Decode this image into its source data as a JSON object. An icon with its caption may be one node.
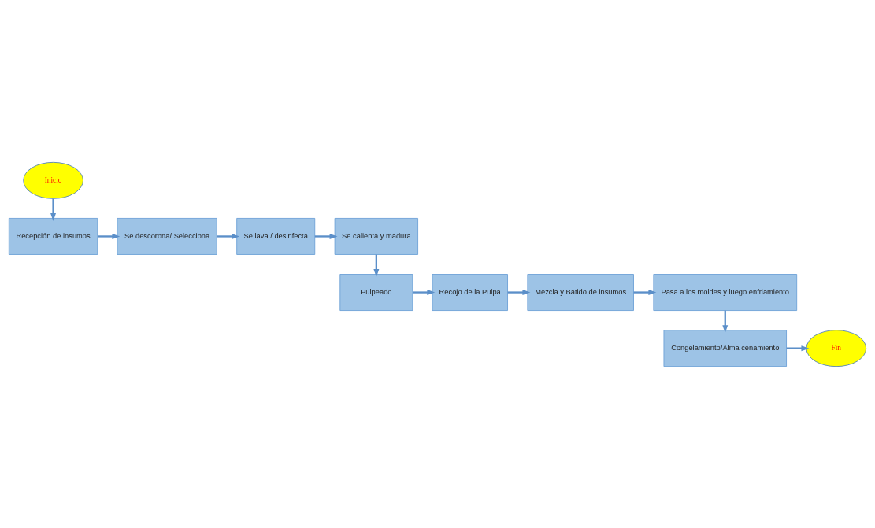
{
  "diagram": {
    "nodes": [
      {
        "text": [
          "Inicio"
        ]
      },
      {
        "text": [
          "Recepción de insumos"
        ]
      },
      {
        "text": [
          "Se descorona/ Selecciona"
        ]
      },
      {
        "text": [
          "Se lava / desinfecta"
        ]
      },
      {
        "text": [
          "Se calienta y madura"
        ]
      },
      {
        "text": [
          "Pulpeado"
        ]
      },
      {
        "text": [
          "Recojo de la Pulpa"
        ]
      },
      {
        "text": [
          "Mezcla y Batido de insumos"
        ]
      },
      {
        "text": [
          "Pasa a los moldes y luego enfriamiento"
        ]
      },
      {
        "text": [
          "Congelamiento/Alma cenamiento"
        ]
      },
      {
        "text": [
          "Fin"
        ]
      }
    ],
    "edges": [
      {
        "from": 0,
        "to": 1,
        "arrow": "to"
      },
      {
        "from": 1,
        "to": 2,
        "arrow": "to"
      },
      {
        "from": 2,
        "to": 3,
        "arrow": "to"
      },
      {
        "from": 3,
        "to": 4,
        "arrow": "to"
      },
      {
        "from": 4,
        "to": 5,
        "arrow": "to"
      },
      {
        "from": 5,
        "to": 6,
        "arrow": "to"
      },
      {
        "from": 6,
        "to": 7,
        "arrow": "to"
      },
      {
        "from": 7,
        "to": 8,
        "arrow": "to"
      },
      {
        "from": 8,
        "to": 9,
        "arrow": "to"
      },
      {
        "from": 9,
        "to": 10,
        "arrow": "to"
      }
    ]
  }
}
